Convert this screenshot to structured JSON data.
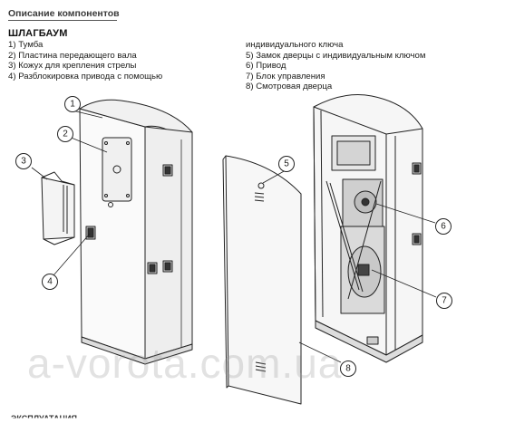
{
  "header": {
    "section_title": "Описание компонентов",
    "product_title": "ШЛАГБАУМ"
  },
  "components_left": [
    "1) Тумба",
    "2) Пластина передающего вала",
    "3) Кожух для крепления стрелы",
    "4) Разблокировка привода с помощью"
  ],
  "components_right": [
    "индивидуального ключа",
    "5) Замок дверцы с индивидуальным ключом",
    "6) Привод",
    "7) Блок управления",
    "8) Смотровая дверца"
  ],
  "callouts": [
    "1",
    "2",
    "3",
    "4",
    "5",
    "6",
    "7",
    "8"
  ],
  "watermark": "a-vorota.com.ua",
  "footer_fragment": "ЭКСПЛУАТАЦИЯ"
}
